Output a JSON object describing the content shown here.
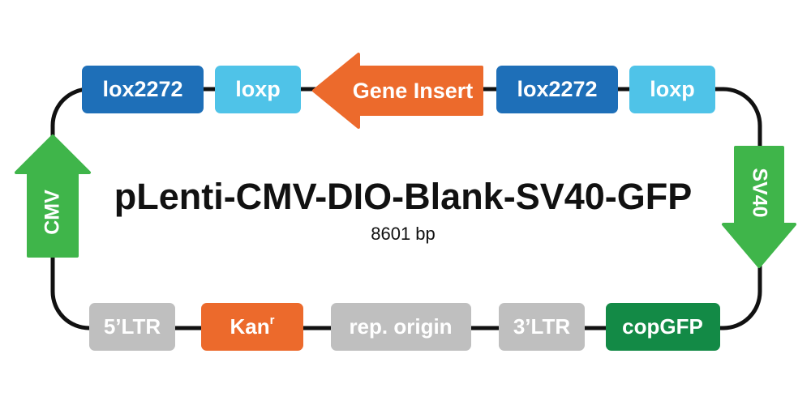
{
  "title": "pLenti-CMV-DIO-Blank-SV40-GFP",
  "size": "8601 bp",
  "colors": {
    "backbone": "#111111",
    "lox2272": "#1e6fb8",
    "loxp": "#4fc3e8",
    "insert": "#ec6a2c",
    "promoter": "#3fb54a",
    "grey_element": "#bfbfbf",
    "marker": "#ec6a2c",
    "reporter": "#138a46"
  },
  "top_elements": [
    {
      "label": "lox2272",
      "color": "#1e6fb8"
    },
    {
      "label": "loxp",
      "color": "#4fc3e8"
    },
    {
      "label": "Gene Insert",
      "color": "#ec6a2c",
      "direction": "left"
    },
    {
      "label": "lox2272",
      "color": "#1e6fb8"
    },
    {
      "label": "loxp",
      "color": "#4fc3e8"
    }
  ],
  "left_element": {
    "label": "CMV",
    "color": "#3fb54a",
    "direction": "up"
  },
  "right_element": {
    "label": "SV40",
    "color": "#3fb54a",
    "direction": "down"
  },
  "bottom_elements": [
    {
      "label": "5’LTR",
      "color": "#bfbfbf"
    },
    {
      "label": "Kan",
      "superscript": "r",
      "color": "#ec6a2c"
    },
    {
      "label": "rep. origin",
      "color": "#bfbfbf"
    },
    {
      "label": "3’LTR",
      "color": "#bfbfbf"
    },
    {
      "label": "copGFP",
      "color": "#138a46"
    }
  ]
}
